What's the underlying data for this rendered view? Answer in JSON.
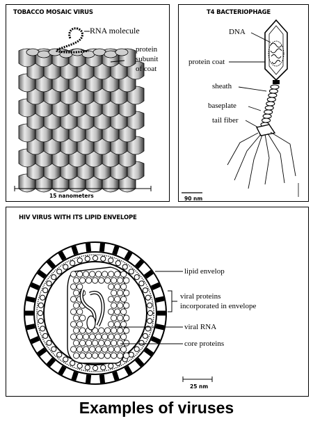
{
  "caption": "Examples of viruses",
  "tmv": {
    "title": "TOBACCO MOSAIC VIRUS",
    "labels": {
      "rna": "RNA molecule",
      "protein_line1": "protein",
      "protein_line2": "subunit",
      "protein_line3": "of coat"
    },
    "scale": "15 nanometers"
  },
  "t4": {
    "title": "T4 BACTERIOPHAGE",
    "labels": {
      "dna": "DNA",
      "coat": "protein coat",
      "sheath": "sheath",
      "baseplate": "baseplate",
      "fiber": "tail fiber"
    },
    "scale": "90 nm"
  },
  "hiv": {
    "title": "HIV VIRUS WITH ITS LIPID ENVELOPE",
    "labels": {
      "envelope": "lipid envelop",
      "viral_proteins_1": "viral proteins",
      "viral_proteins_2": "incorporated in envelope",
      "rna": "viral RNA",
      "core": "core proteins"
    },
    "scale": "25 nm"
  }
}
